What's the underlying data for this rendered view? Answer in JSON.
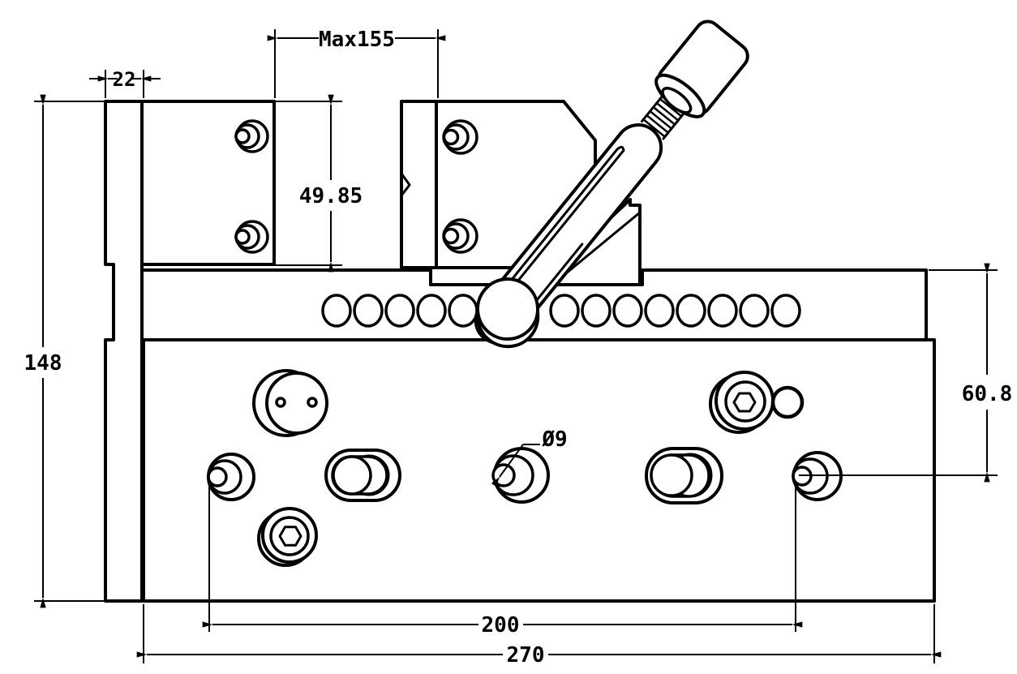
{
  "drawing": {
    "type": "engineering-dimension-drawing",
    "subject": "precision vise front view",
    "dimensions": {
      "overall_height": "148",
      "left_plate_width": "22",
      "max_jaw_opening": "Max155",
      "jaw_height": "49.85",
      "rail_to_hole_height": "60.8",
      "hole_diameter": "Ø9",
      "hole_spacing": "200",
      "base_width": "270"
    },
    "line_color": "#000000",
    "background_color": "#ffffff"
  }
}
